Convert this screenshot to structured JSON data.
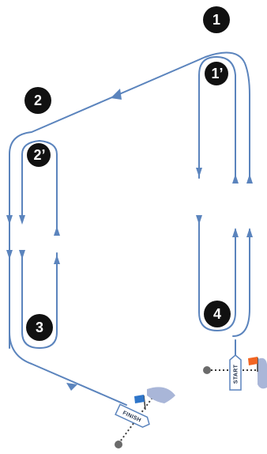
{
  "marks": {
    "mark_1": "1",
    "mark_1_prime": "1’",
    "mark_2": "2",
    "mark_2_prime": "2’",
    "mark_3": "3",
    "mark_4": "4"
  },
  "lines": {
    "start": "START",
    "finish": "FINISH"
  },
  "colors": {
    "route": "#5b84bd",
    "mark_fill": "#111111",
    "committee_boat": "#a9b6d8",
    "start_flag": "#f26522",
    "finish_flag": "#2e75c9",
    "pin_buoy": "#6b6b6b"
  }
}
